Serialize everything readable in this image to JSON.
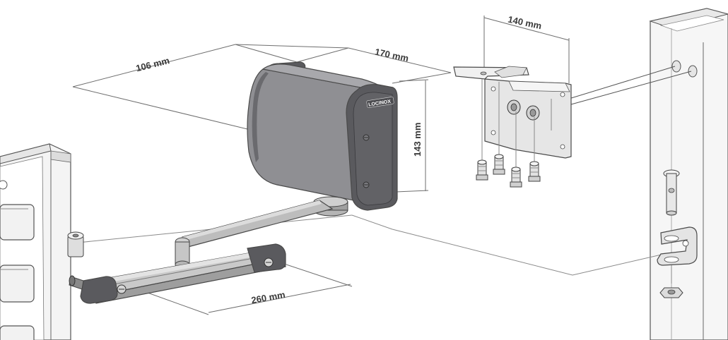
{
  "dimensions": {
    "width_top": "106 mm",
    "depth_top": "170 mm",
    "bracket_width": "140 mm",
    "height": "143 mm",
    "arm_length": "260 mm"
  },
  "logo": {
    "text": "LOCINOX"
  },
  "colors": {
    "housing": "#8f8f93",
    "housing_dark": "#5e5e62",
    "cap": "#5a5a5e",
    "metal": "#d4d4d4",
    "outline": "#4a4a4a"
  }
}
